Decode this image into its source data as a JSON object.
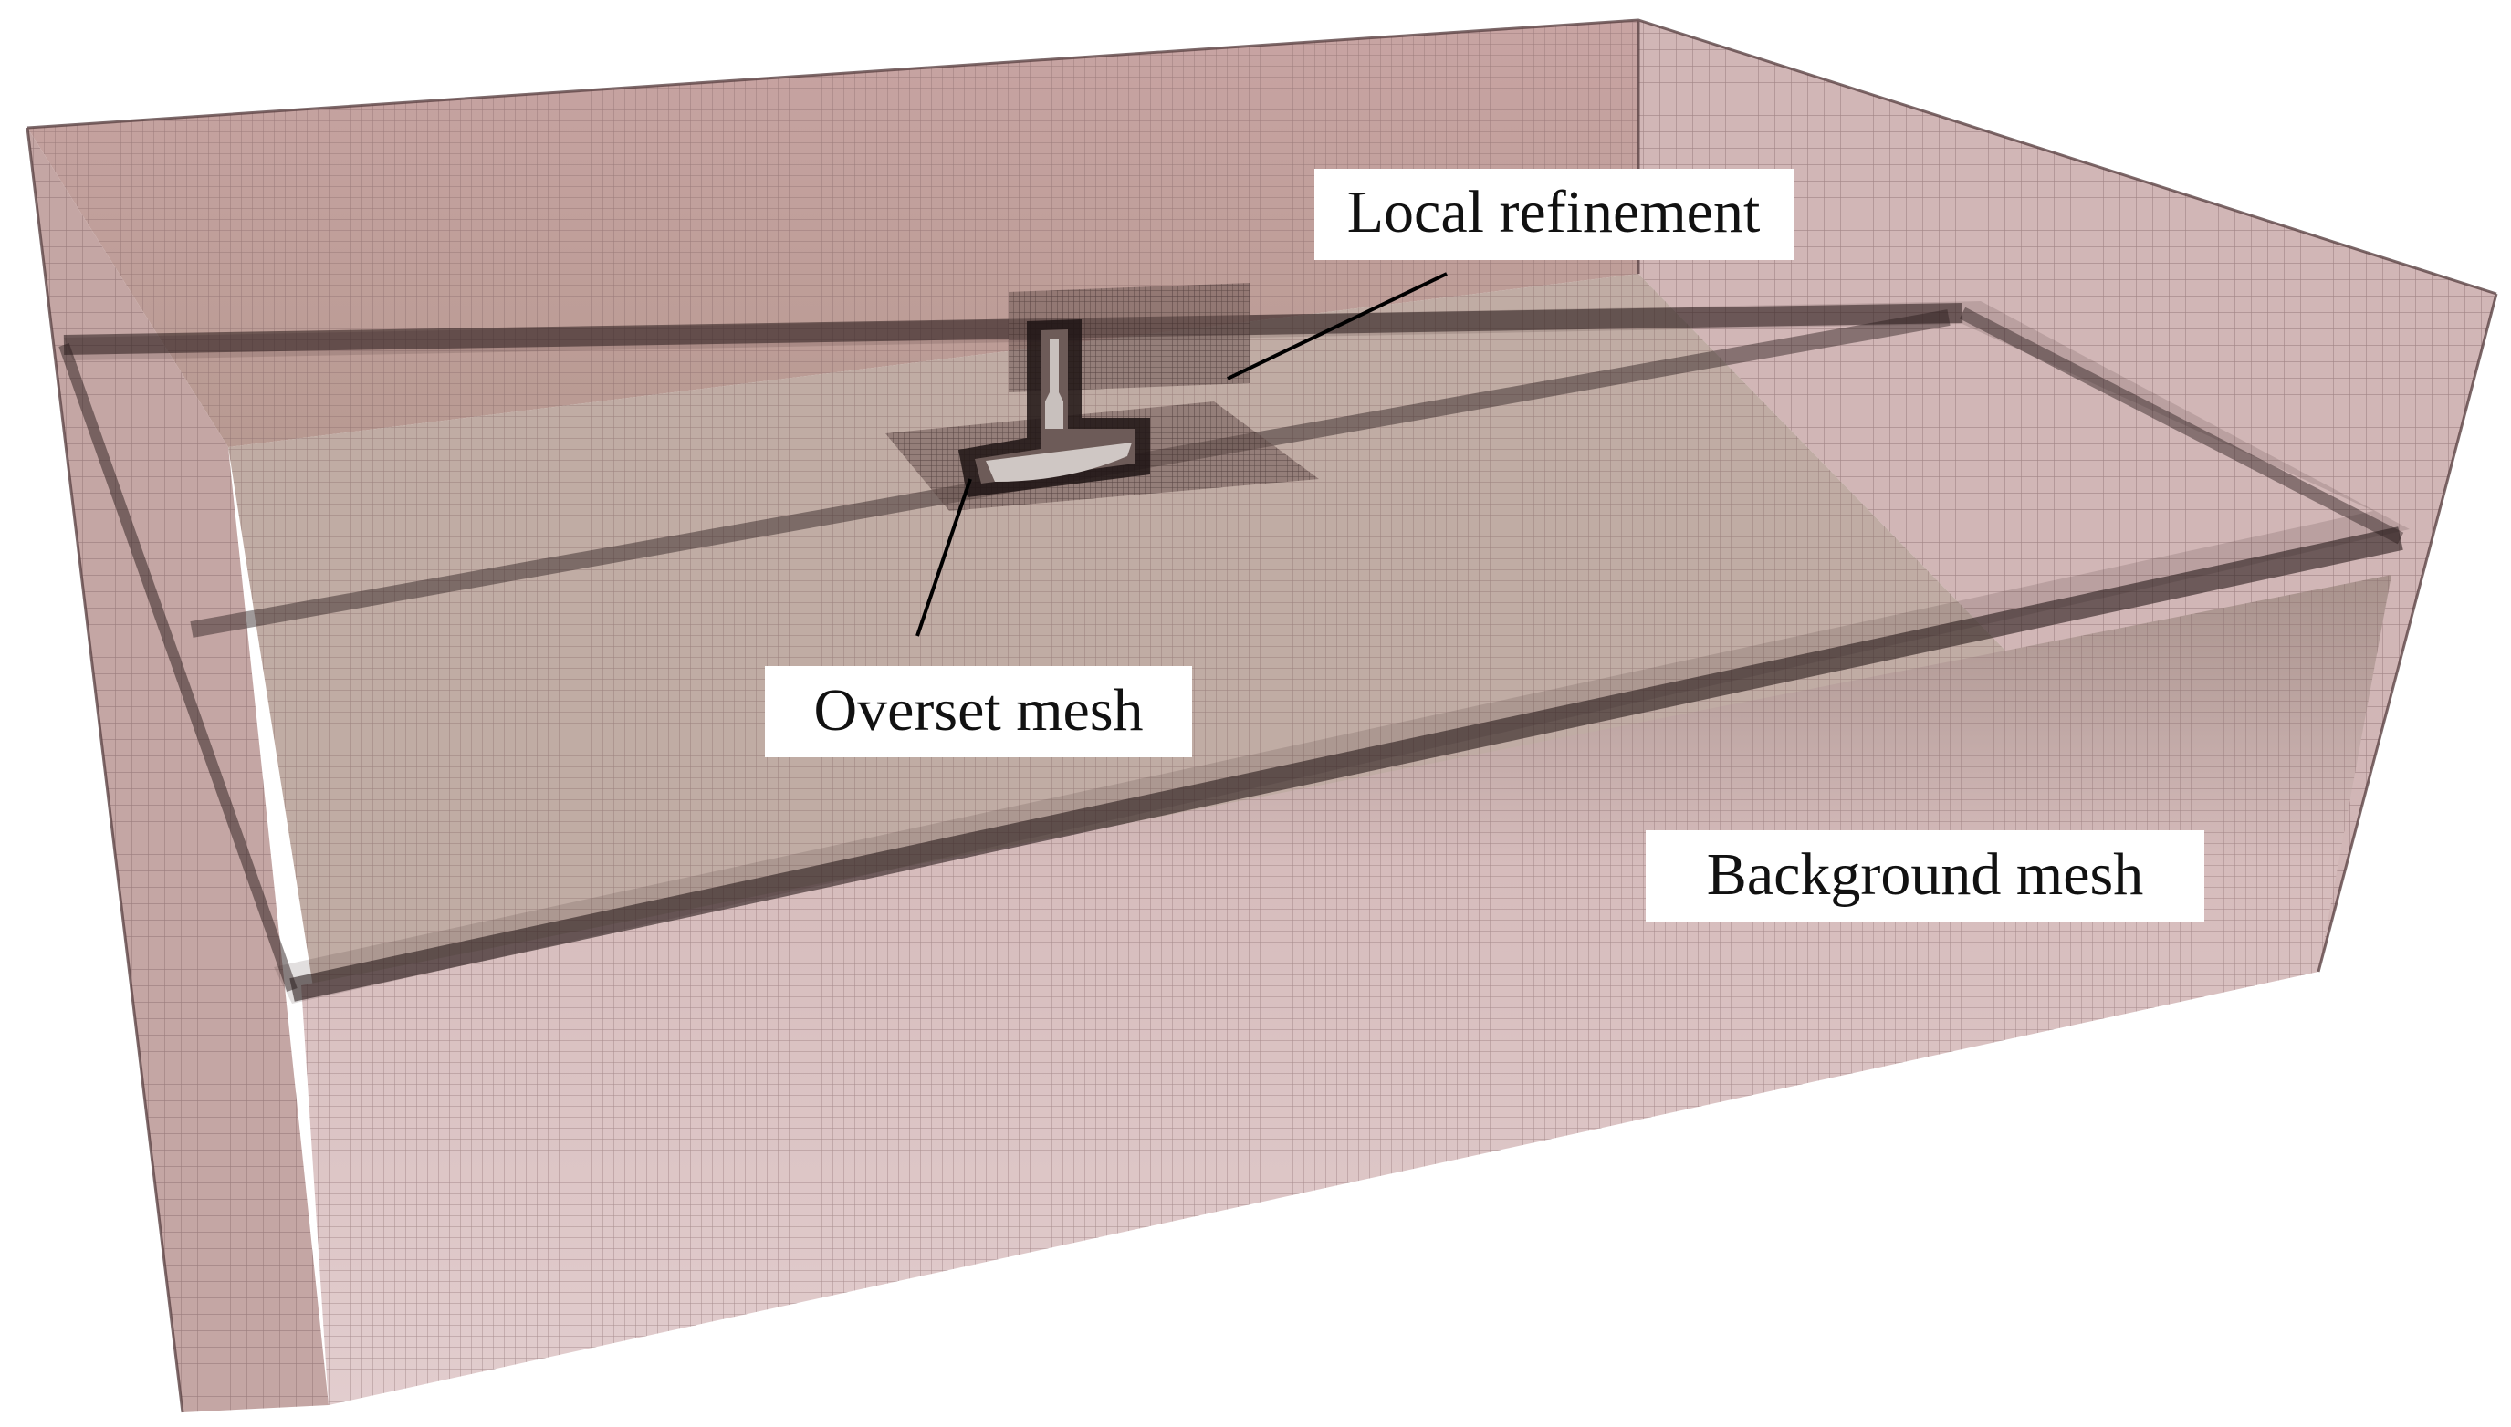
{
  "labels": {
    "local_refinement": "Local refinement",
    "overset_mesh": "Overset mesh",
    "background_mesh": "Background mesh"
  },
  "colors": {
    "mesh_fill": "#c9a7a6",
    "mesh_fill_light": "#ddc5c6",
    "grid_line": "#7a5a5c",
    "refinement_band": "#3a2a2a",
    "edge": "#5c4445",
    "label_background": "#ffffff",
    "label_text": "#111111"
  }
}
